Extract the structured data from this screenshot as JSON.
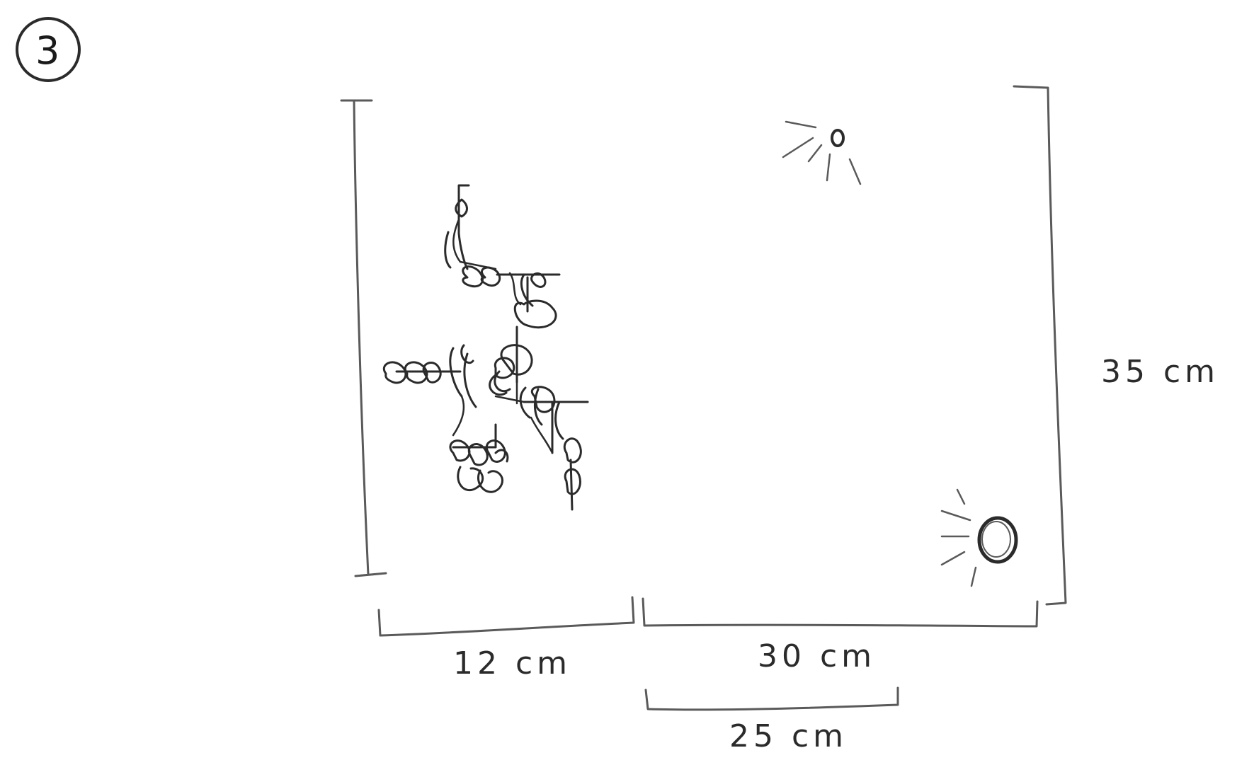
{
  "step_number": "3",
  "labels": {
    "width_left": "12 cm",
    "width_right": "30 cm",
    "width_sub": "25 cm",
    "height": "35 cm"
  },
  "icons": {
    "plant": "plant-sketch",
    "light_small": "light-source-icon",
    "light_large": "light-source-icon"
  },
  "colors": {
    "ink": "#2b2b2b",
    "paper": "#ffffff"
  }
}
